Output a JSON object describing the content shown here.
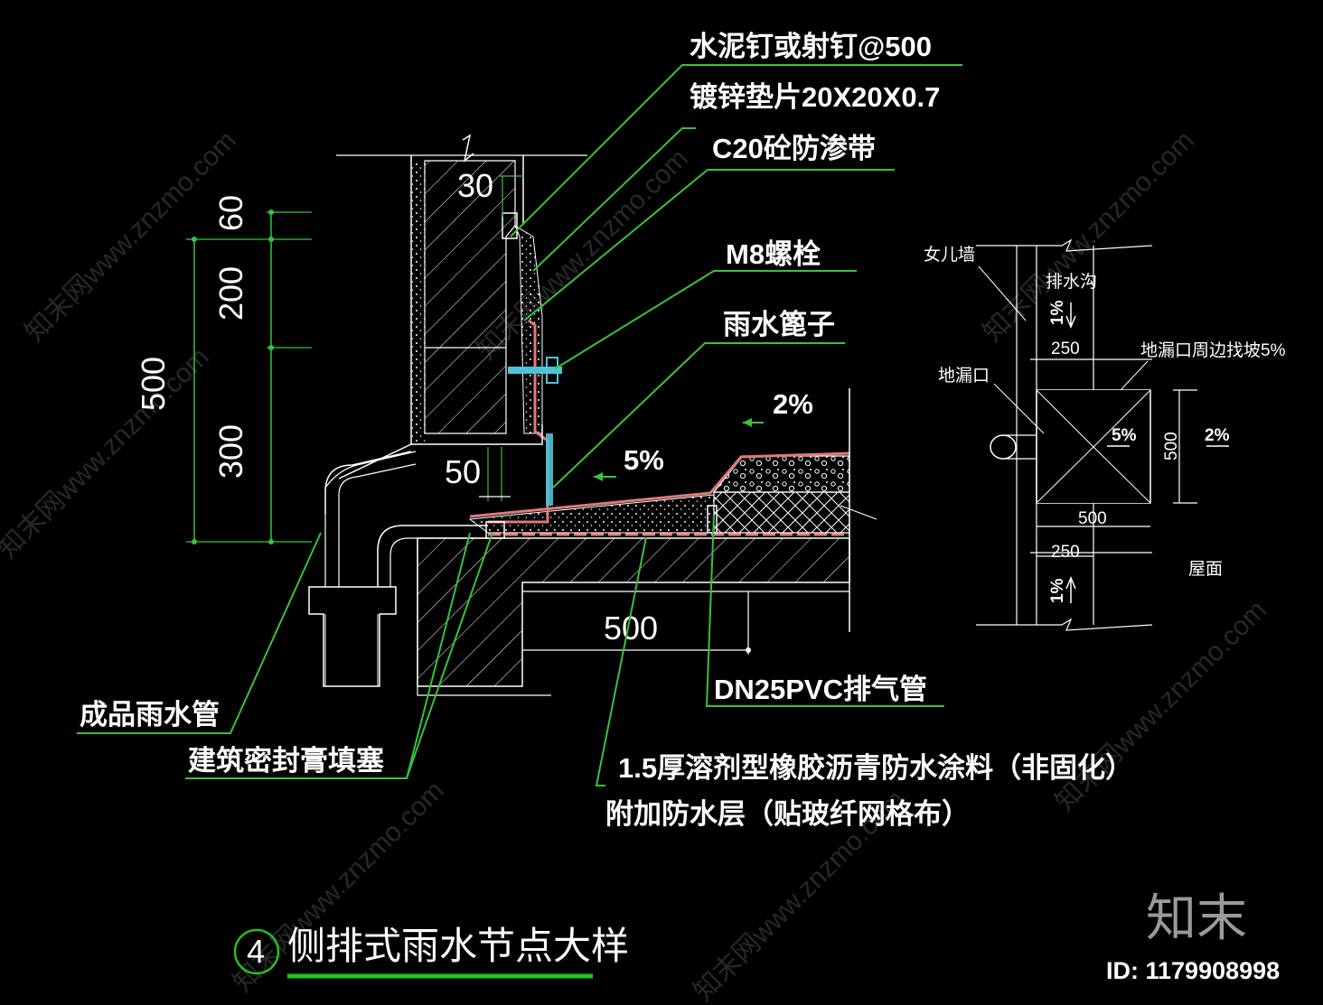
{
  "title": {
    "number": "4",
    "text": "侧排式雨水节点大样"
  },
  "callouts": {
    "nail": "水泥钉或射钉@500",
    "washer": "镀锌垫片20X20X0.7",
    "c20": "C20砼防渗带",
    "bolt": "M8螺栓",
    "grate": "雨水篦子",
    "pipe": "成品雨水管",
    "sealant": "建筑密封膏填塞",
    "vent": "DN25PVC排气管",
    "coating": "1.5厚溶剂型橡胶沥青防水涂料（非固化）",
    "extra_layer": "附加防水层（贴玻纤网格布）"
  },
  "dimensions": {
    "d60": "60",
    "d200": "200",
    "d500_left": "500",
    "d300": "300",
    "d30": "30",
    "d50": "50",
    "d500_bottom": "500"
  },
  "slopes": {
    "s2": "2%",
    "s5": "5%"
  },
  "plan": {
    "parapet": "女儿墙",
    "gutter": "排水沟",
    "drain": "地漏口",
    "drain_slope": "地漏口周边找坡5%",
    "roof": "屋面",
    "slope1_top": "1%",
    "slope1_bottom": "1%",
    "d250_top": "250",
    "d250_bottom": "250",
    "d500_v": "500",
    "d500_h": "500",
    "s5": "5%",
    "s2": "2%"
  },
  "watermark": {
    "text": "知末网www.znzmo.com",
    "brand": "知末",
    "id": "ID: 1179908998"
  },
  "colors": {
    "background": "#000000",
    "leader": "#39c23c",
    "dim_line": "#39c23c",
    "concrete": "#ffffff",
    "waterproof": "#e07a7a",
    "bolt": "#4fc3d6",
    "title_underline": "#25c025"
  }
}
